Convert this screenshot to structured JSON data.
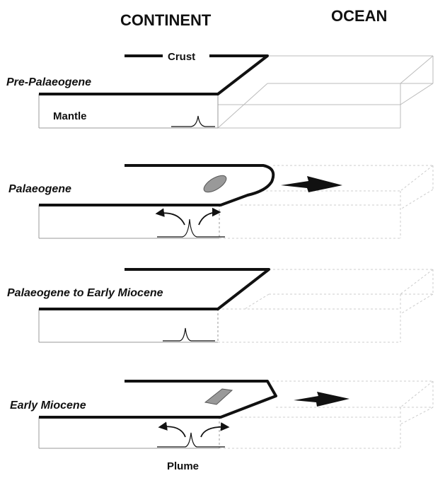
{
  "headers": {
    "continent": "CONTINENT",
    "ocean": "OCEAN"
  },
  "labels": {
    "crust": "Crust",
    "mantle": "Mantle",
    "plume": "Plume"
  },
  "stages": [
    {
      "label": "Pre-Palaeogene"
    },
    {
      "label": "Palaeogene"
    },
    {
      "label": "Palaeogene to Early Miocene"
    },
    {
      "label": "Early Miocene"
    }
  ],
  "colors": {
    "ink": "#111111",
    "ocean_solid": "#bbbbbb",
    "ocean_dashed": "#cccccc",
    "box_edge": "#999999",
    "blob": "#999999",
    "blob_edge": "#555555"
  }
}
